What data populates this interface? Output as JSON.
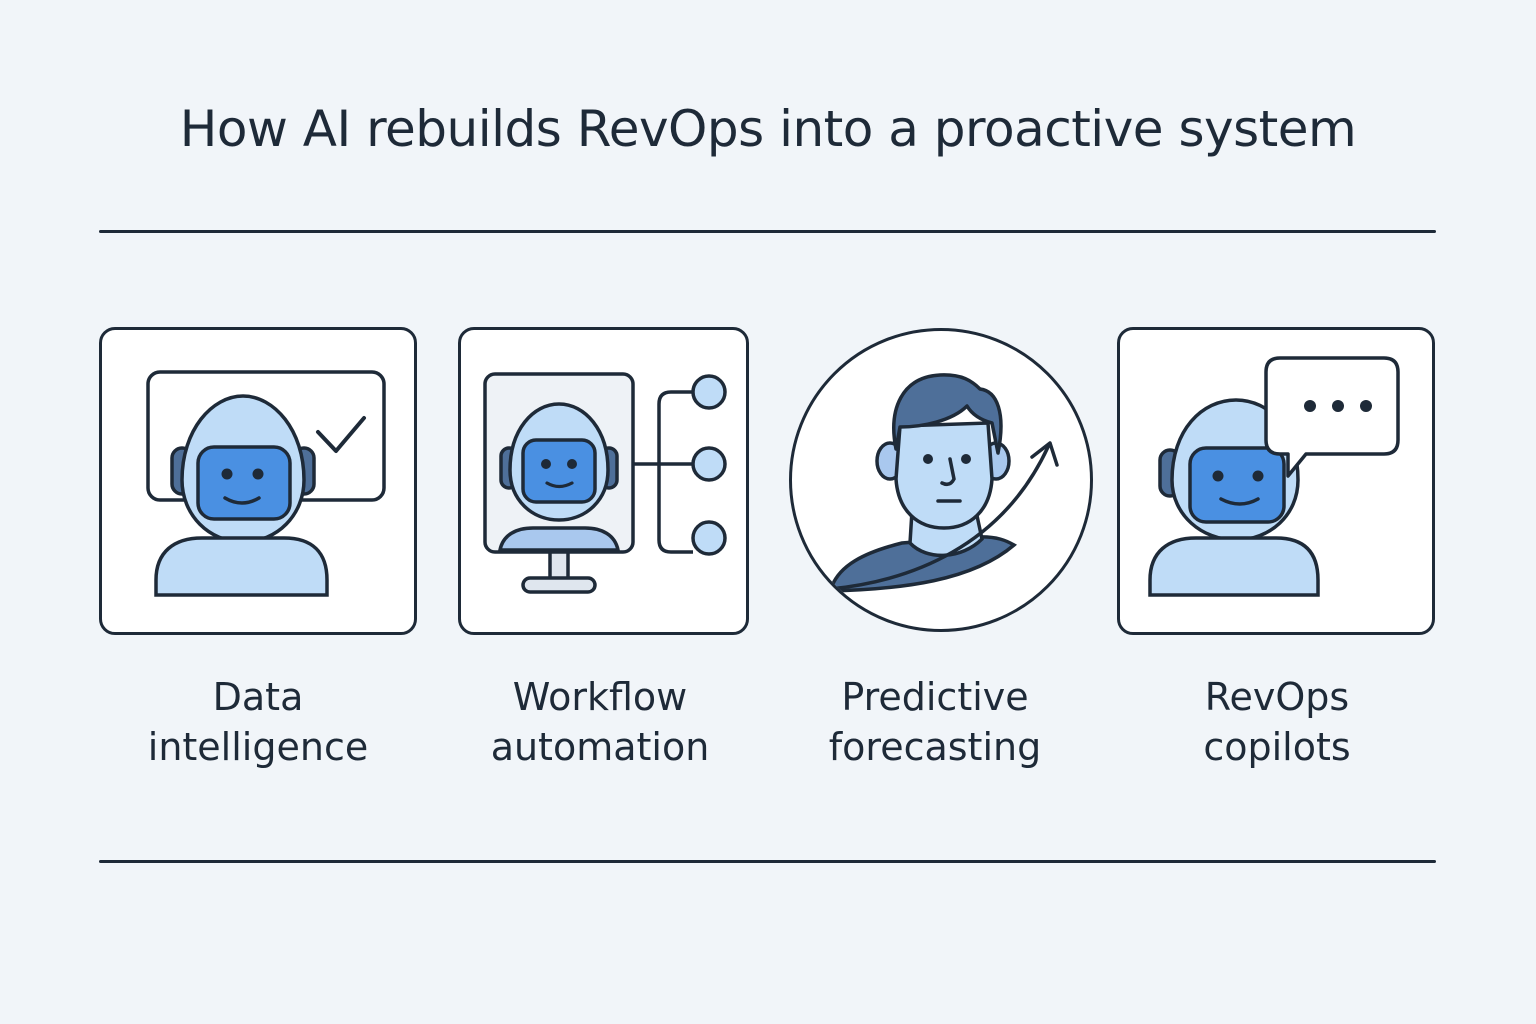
{
  "title": "How AI rebuilds RevOps into a proactive system",
  "colors": {
    "background": "#f1f5f9",
    "ink": "#1e2a38",
    "light_blue": "#bfdcf7",
    "face_blue": "#4a90e2",
    "dark_blue": "#4e6f99",
    "screen_gray": "#eef2f6"
  },
  "items": [
    {
      "icon": "robot-with-checkmark-icon",
      "label_line1": "Data",
      "label_line2": "intelligence"
    },
    {
      "icon": "robot-monitor-workflow-icon",
      "label_line1": "Workflow",
      "label_line2": "automation"
    },
    {
      "icon": "person-with-growth-arrow-icon",
      "label_line1": "Predictive",
      "label_line2": "forecasting"
    },
    {
      "icon": "robot-with-chat-bubble-icon",
      "label_line1": "RevOps",
      "label_line2": "copilots"
    }
  ]
}
